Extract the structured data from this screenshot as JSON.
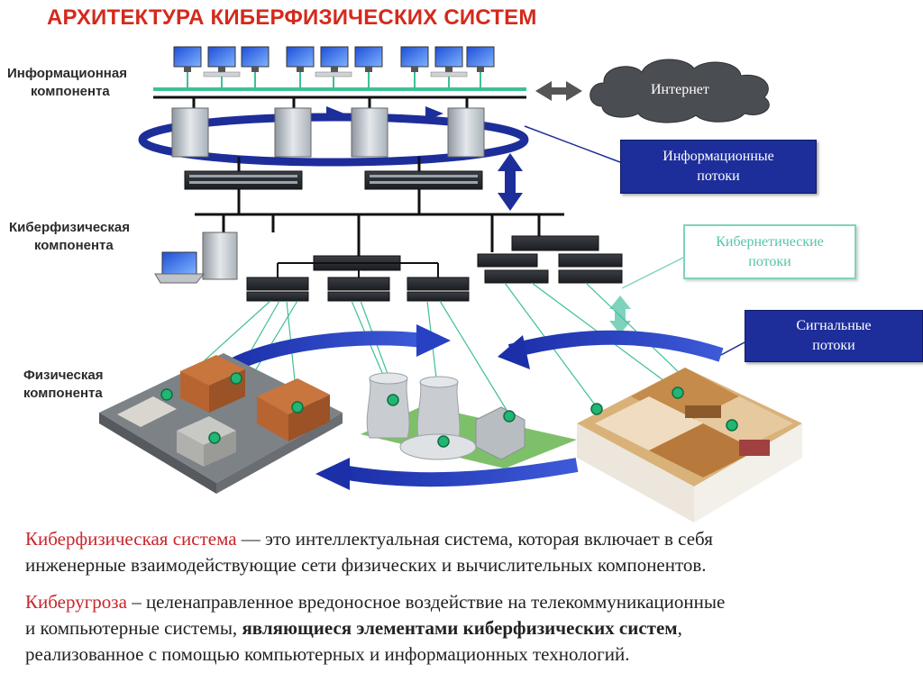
{
  "title": "АРХИТЕКТУРА КИБЕРФИЗИЧЕСКИХ СИСТЕМ",
  "components": {
    "information": {
      "line1": "Информационная",
      "line2": "компонента"
    },
    "cyberphysical": {
      "line1": "Киберфизическая",
      "line2": "компонента"
    },
    "physical": {
      "line1": "Физическая",
      "line2": "компонента"
    }
  },
  "cloud": {
    "label": "Интернет"
  },
  "callouts": {
    "info_flows": {
      "line1": "Информационные",
      "line2": "потоки"
    },
    "cyber_flows": {
      "line1": "Кибернетические",
      "line2": "потоки"
    },
    "signal_flows": {
      "line1": "Сигнальные",
      "line2": "потоки"
    }
  },
  "definitions": {
    "cps": {
      "term": "Киберфизическая система",
      "dash": " — ",
      "text1": "это интеллектуальная система, которая включает в себя",
      "text2": " инженерные взаимодействующие сети физических и вычислительных компонентов."
    },
    "threat": {
      "term": "Киберугроза",
      "text1": " – целенаправленное вредоносное воздействие на телекоммуникационные",
      "text2a": " и компьютерные системы, ",
      "text2b": "являющиеся элементами киберфизических систем",
      "text2c": ",",
      "text3": "реализованное с помощью компьютерных и информационных технологий."
    }
  },
  "colors": {
    "title": "#d42a1c",
    "flow_blue": "#1d2e9a",
    "cyber_teal": "#54c4a8",
    "network_green": "#2fb38a",
    "term_red": "#c8262b"
  }
}
